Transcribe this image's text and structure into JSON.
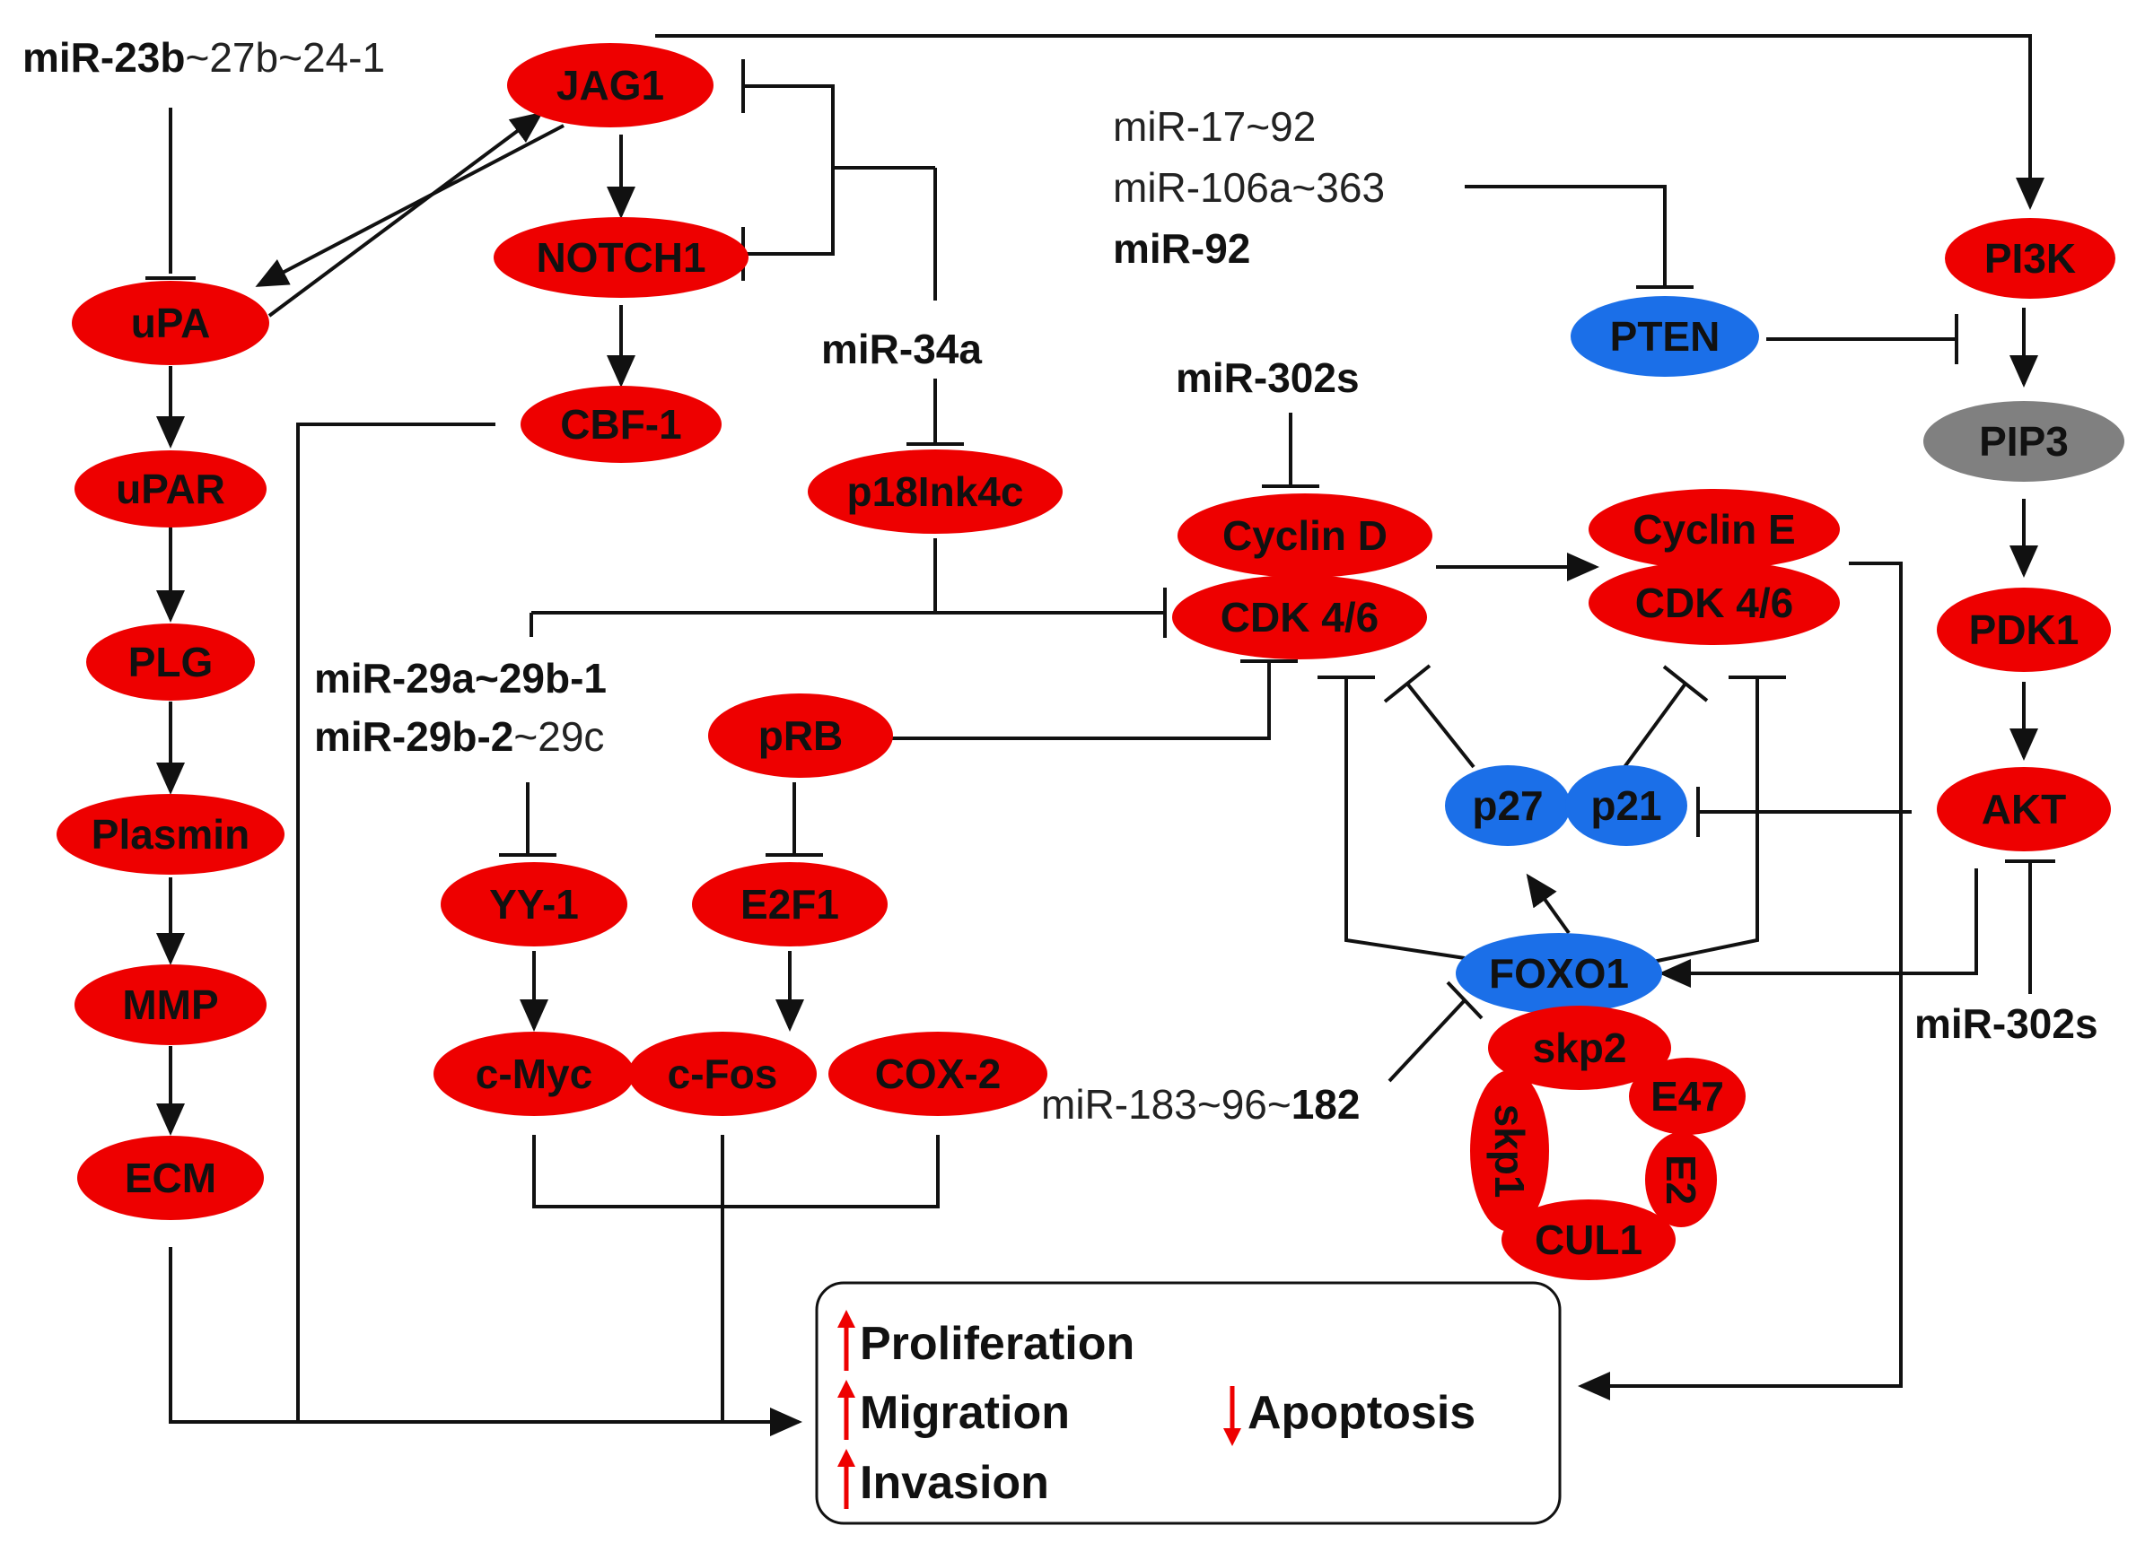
{
  "nodes": {
    "jag1": {
      "label": "JAG1",
      "kind": "oncogene"
    },
    "notch1": {
      "label": "NOTCH1",
      "kind": "oncogene"
    },
    "cbf1": {
      "label": "CBF-1",
      "kind": "oncogene"
    },
    "upa": {
      "label": "uPA",
      "kind": "oncogene"
    },
    "upar": {
      "label": "uPAR",
      "kind": "oncogene"
    },
    "plg": {
      "label": "PLG",
      "kind": "oncogene"
    },
    "plasmin": {
      "label": "Plasmin",
      "kind": "oncogene"
    },
    "mmp": {
      "label": "MMP",
      "kind": "oncogene"
    },
    "ecm": {
      "label": "ECM",
      "kind": "oncogene"
    },
    "p18": {
      "label": "p18Ink4c",
      "kind": "oncogene"
    },
    "prb": {
      "label": "pRB",
      "kind": "oncogene"
    },
    "yy1": {
      "label": "YY-1",
      "kind": "oncogene"
    },
    "e2f1": {
      "label": "E2F1",
      "kind": "oncogene"
    },
    "cmyc": {
      "label": "c-Myc",
      "kind": "oncogene"
    },
    "cfos": {
      "label": "c-Fos",
      "kind": "oncogene"
    },
    "cox2": {
      "label": "COX-2",
      "kind": "oncogene"
    },
    "cyclind": {
      "label": "Cyclin D",
      "kind": "oncogene"
    },
    "cdk46a": {
      "label": "CDK 4/6",
      "kind": "oncogene"
    },
    "cycline": {
      "label": "Cyclin E",
      "kind": "oncogene"
    },
    "cdk46b": {
      "label": "CDK 4/6",
      "kind": "oncogene"
    },
    "pi3k": {
      "label": "PI3K",
      "kind": "oncogene"
    },
    "pip3": {
      "label": "PIP3",
      "kind": "messenger"
    },
    "pdk1": {
      "label": "PDK1",
      "kind": "oncogene"
    },
    "akt": {
      "label": "AKT",
      "kind": "oncogene"
    },
    "pten": {
      "label": "PTEN",
      "kind": "suppressor"
    },
    "p27": {
      "label": "p27",
      "kind": "suppressor"
    },
    "p21": {
      "label": "p21",
      "kind": "suppressor"
    },
    "foxo1": {
      "label": "FOXO1",
      "kind": "suppressor"
    },
    "skp2": {
      "label": "skp2",
      "kind": "oncogene"
    },
    "e47": {
      "label": "E47",
      "kind": "oncogene"
    },
    "e2": {
      "label": "E2",
      "kind": "oncogene"
    },
    "cul1": {
      "label": "CUL1",
      "kind": "oncogene"
    },
    "skp1": {
      "label": "skp1",
      "kind": "oncogene"
    }
  },
  "mirnas": {
    "mir23b": {
      "bold": "miR-23b",
      "rest": "~27b~24-1"
    },
    "mir17": {
      "plain": "miR-17~92"
    },
    "mir106a": {
      "plain": "miR-106a~363"
    },
    "mir92": {
      "bold": "miR-92"
    },
    "mir34a": {
      "bold": "miR-34a"
    },
    "mir302s_top": {
      "bold": "miR-302s"
    },
    "mir29a": {
      "bold": "miR-29a~29b-1"
    },
    "mir29b2": {
      "bold": "miR-29b-2",
      "rest": "~29c"
    },
    "mir183": {
      "plain": "miR-183~96~",
      "bold_tail": "182"
    },
    "mir302s_right": {
      "bold": "miR-302s"
    }
  },
  "outcomes": {
    "proliferation": {
      "label": "Proliferation",
      "direction": "up"
    },
    "migration": {
      "label": "Migration",
      "direction": "up"
    },
    "invasion": {
      "label": "Invasion",
      "direction": "up"
    },
    "apoptosis": {
      "label": "Apoptosis",
      "direction": "down"
    }
  },
  "colors": {
    "oncogene": "#ee0000",
    "suppressor": "#1b6fe8",
    "messenger": "#808080",
    "edge": "#111111",
    "arrow_up": "#ee0000",
    "arrow_down": "#ee0000"
  }
}
